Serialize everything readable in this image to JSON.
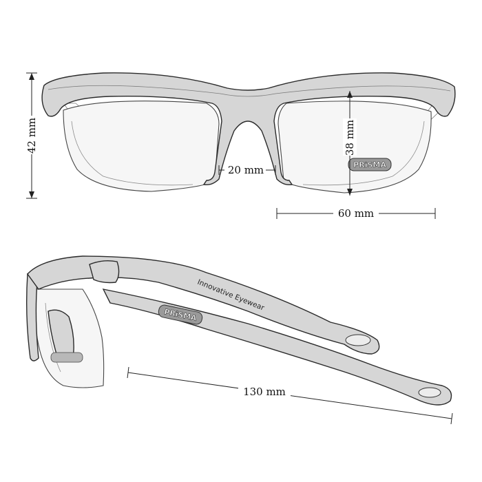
{
  "front_view": {
    "height_total": "42 mm",
    "lens_height": "38 mm",
    "bridge_width": "20 mm",
    "lens_width": "60 mm"
  },
  "side_view": {
    "temple_length": "130 mm"
  },
  "product": {
    "brand": "PRiSMA",
    "temple_print": "Innovative Eyewear"
  }
}
